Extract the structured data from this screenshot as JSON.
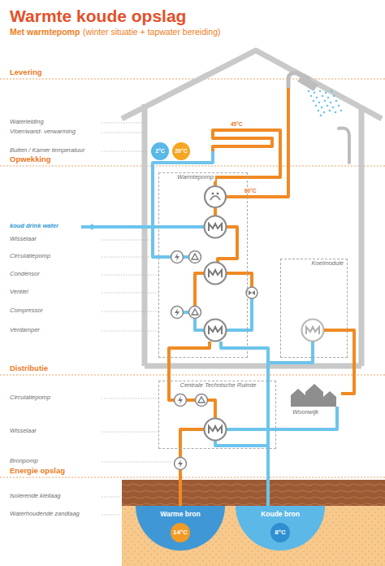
{
  "diagram": {
    "title": "Warmte koude opslag",
    "nodes": [
      {
        "text": [
          "2°C"
        ]
      },
      {
        "text": [
          "20°C"
        ]
      },
      {
        "text": [
          "Warmtepomp"
        ]
      },
      {
        "text": [
          "Koelmodule"
        ]
      },
      {
        "text": [
          "Centrale Technische Ruimte"
        ]
      },
      {
        "text": [
          "Warme bron",
          "14°C"
        ]
      },
      {
        "text": [
          "Koude bron",
          "8°C"
        ]
      }
    ],
    "edges": [
      {
        "from": 4,
        "to": 5,
        "arrow": "none"
      },
      {
        "from": 4,
        "to": 6,
        "arrow": "none"
      },
      {
        "from": 2,
        "to": 4,
        "arrow": "none"
      }
    ],
    "labels": [
      "Met warmtepomp",
      "(winter situatie + tapwater bereiding)",
      "Levering",
      "Waterleiding",
      "Vloer/wand- verwarming",
      "Buiten / Kamer temperatuur",
      "Opwekking",
      "koud drink water",
      "Wisselaar",
      "Circulatiepomp",
      "Condensor",
      "Ventiel",
      "Compressor",
      "Verdamper",
      "Distributie",
      "Circulatiepomp",
      "Wisselaar",
      "Bronpomp",
      "Energie opslag",
      "Isolerende kleilaag",
      "Waterhoudende zandlaag",
      "45°C",
      "60°C",
      "Woonwijk"
    ]
  }
}
